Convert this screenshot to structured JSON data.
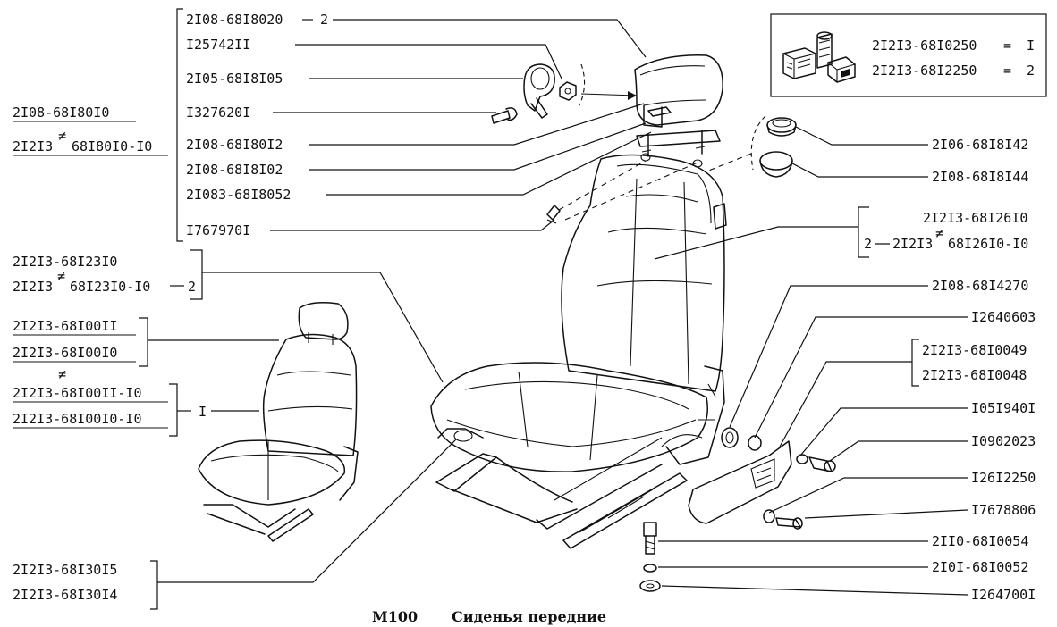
{
  "caption": {
    "code": "M100",
    "title": "Сиденья передние"
  },
  "inset": {
    "rows": [
      {
        "part": "2I2I3-68I0250",
        "eq": "=",
        "qty": "I"
      },
      {
        "part": "2I2I3-68I2250",
        "eq": "=",
        "qty": "2"
      }
    ]
  },
  "left_top": {
    "lines": [
      "2I08-68I8020",
      "I25742II",
      "2I05-68I8I05",
      "I327620I",
      "2I08-68I80I2",
      "2I08-68I8I02",
      "2I083-68I8052",
      "I767970I"
    ],
    "suffix_first": "2"
  },
  "headrest_group": {
    "a": "2I08-68I80I0",
    "b": "2I2I3",
    "b_sign": "≠",
    "b_rest": "68I80I0-I0"
  },
  "cushion_group": {
    "a": "2I2I3-68I23I0",
    "b": "2I2I3",
    "b_sign": "≠",
    "b_rest": "68I23I0-I0",
    "qty": "2"
  },
  "seat_group": {
    "a1": "2I2I3-68I00II",
    "a2": "2I2I3-68I00I0",
    "b_sign": "≠",
    "b1": "2I2I3-68I00II-I0",
    "b2": "2I2I3-68I00I0-I0",
    "qty": "I"
  },
  "slide_group": {
    "a": "2I2I3-68I30I5",
    "b": "2I2I3-68I30I4"
  },
  "right": {
    "l1": "2I06-68I8I42",
    "l2": "2I08-68I8I44",
    "back_a": "2I2I3-68I26I0",
    "back_qty": "2",
    "back_b": "2I2I3",
    "back_sign": "≠",
    "back_b_rest": "68I26I0-I0",
    "l3": "2I08-68I4270",
    "l4": "I2640603",
    "l5a": "2I2I3-68I0049",
    "l5b": "2I2I3-68I0048",
    "l6": "I05I940I",
    "l7": "I0902023",
    "l8": "I26I2250",
    "l9": "I7678806",
    "l10": "2II0-68I0054",
    "l11": "2I0I-68I0052",
    "l12": "I264700I"
  }
}
